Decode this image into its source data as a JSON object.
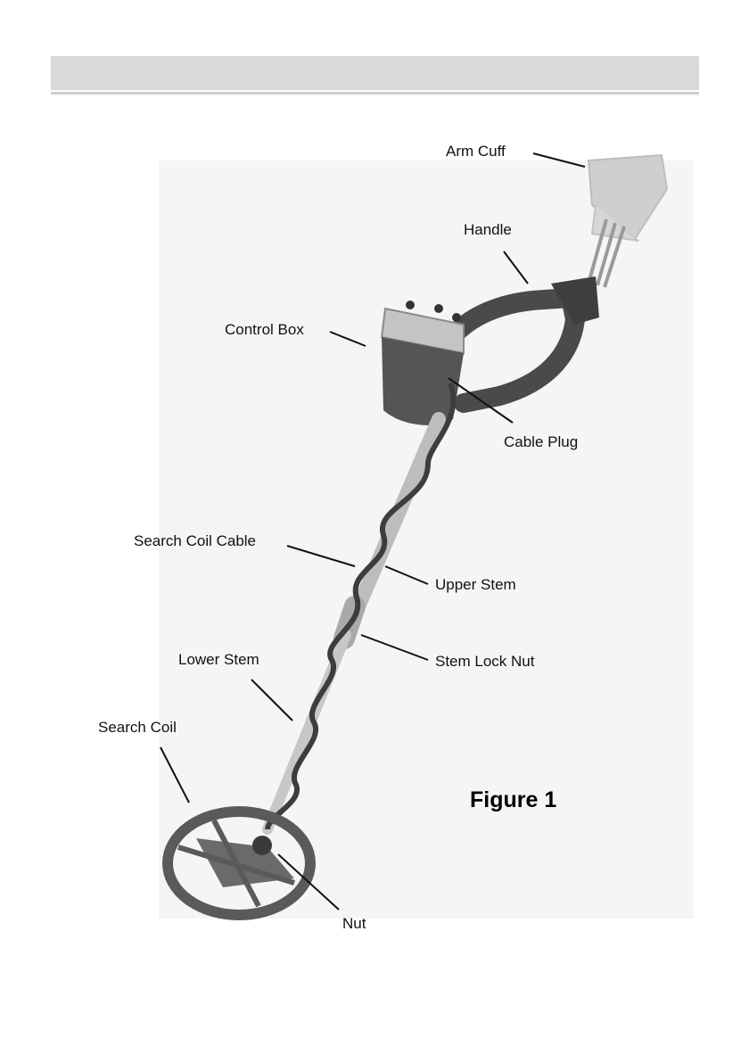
{
  "header": {
    "title": ""
  },
  "figure": {
    "caption": "Figure 1"
  },
  "labels": {
    "arm_cuff": "Arm Cuff",
    "handle": "Handle",
    "control_box": "Control Box",
    "cable_plug": "Cable Plug",
    "search_coil_cable": "Search Coil Cable",
    "upper_stem": "Upper Stem",
    "stem_lock_nut": "Stem Lock Nut",
    "lower_stem": "Lower Stem",
    "search_coil": "Search Coil",
    "nut": "Nut"
  },
  "colors": {
    "header_bar": "#d9d9d9",
    "photo_background": "#f5f5f5",
    "cuff": "#cfcfcf",
    "control_box_top": "#c4c4c4",
    "control_box_body": "#555555",
    "stem": "#bdbdbd",
    "cable": "#3d3d3d",
    "coil": "#5a5a5a",
    "leader_line": "#111111"
  }
}
